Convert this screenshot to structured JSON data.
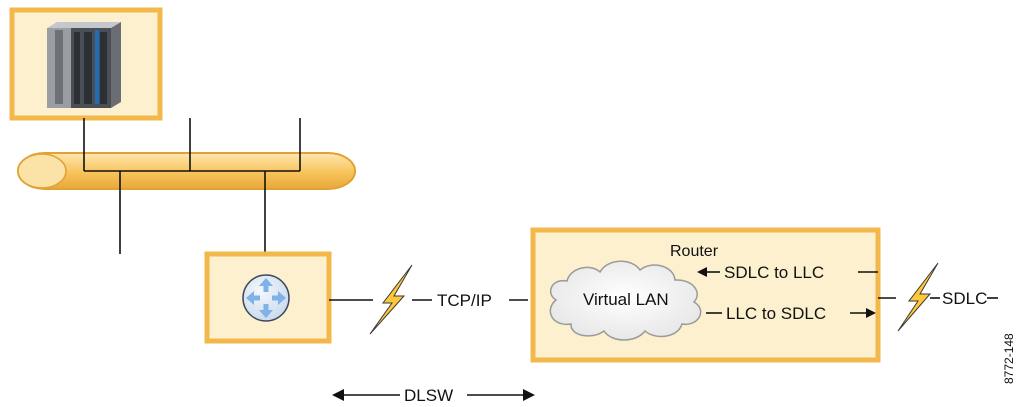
{
  "labels": {
    "tcpip": "TCP/IP",
    "router": "Router",
    "virtual_lan": "Virtual LAN",
    "sdlc_to_llc": "SDLC to LLC",
    "llc_to_sdlc": "LLC to SDLC",
    "sdlc": "SDLC",
    "dlsw": "DLSW",
    "figure_id": "8772-148"
  },
  "colors": {
    "box_fill": "#fdf0cf",
    "box_border": "#f2b84b",
    "bus_fill": "#f6c45a",
    "bolt_fill": "#ffc83a",
    "router_icon": "#a9c8ea",
    "line": "#111111"
  },
  "icons": {
    "mainframe": "mainframe-server-icon",
    "router": "router-icon",
    "cloud": "cloud-icon",
    "bolt": "lightning-bolt-icon"
  }
}
